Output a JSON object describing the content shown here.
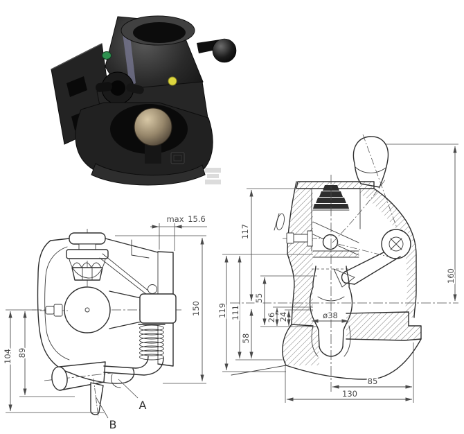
{
  "meta": {
    "content": "towing hitch coupling: product photo with two dimensioned technical drawings"
  },
  "photo": {
    "green_indicator": "#2f9150",
    "yellow_indicator": "#ddd63f",
    "watermark_gray": "#dcdcdc"
  },
  "side_view": {
    "dim_flange": {
      "word": "max",
      "value": "15.6"
    },
    "dim_150": "150",
    "dim_104": "104",
    "dim_89": "89",
    "label_a": "A",
    "label_b": "B"
  },
  "section_view": {
    "dim_160": "160",
    "dim_117": "117",
    "dim_119": "119",
    "dim_111": "111",
    "dim_58": "58",
    "dim_55": "55",
    "dim_26": "26",
    "dim_24": "24",
    "dim_ball_dia": "ø38",
    "dim_85": "85",
    "dim_130": "130"
  }
}
